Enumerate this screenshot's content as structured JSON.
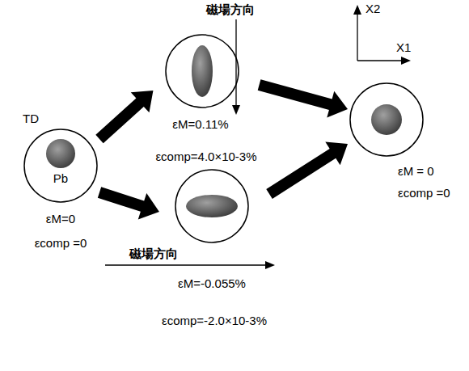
{
  "diagram": {
    "nodes": [
      {
        "text": [
          "Pb",
          "εM=0",
          "εcomp =0"
        ]
      },
      {
        "text": [
          "εM=0.11%",
          "εcomp=4.0×10-3%"
        ]
      },
      {
        "text": [
          "εM=-0.055%",
          "εcomp=-2.0×10-3%"
        ]
      },
      {
        "text": [
          "εM = 0",
          "εcomp =0"
        ]
      }
    ],
    "edges": [
      {
        "from": 0,
        "to": 1,
        "arrow": "to"
      },
      {
        "from": 0,
        "to": 2,
        "arrow": "to"
      },
      {
        "from": 1,
        "to": 3,
        "arrow": "to"
      },
      {
        "from": 2,
        "to": 3,
        "arrow": "to"
      }
    ],
    "labels": [
      "TD",
      "磁場方向",
      "X2",
      "X1",
      "磁場方向"
    ]
  }
}
